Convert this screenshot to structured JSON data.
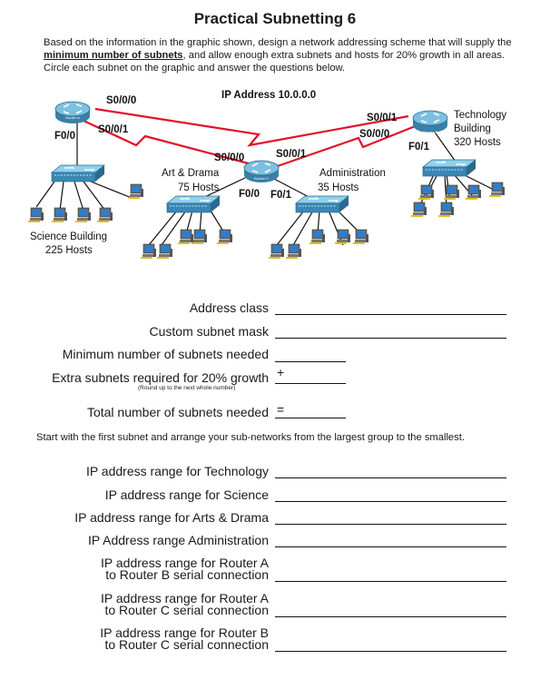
{
  "title": "Practical Subnetting 6",
  "intro": {
    "part1": "Based on the information in the graphic shown, design a network addressing scheme that will supply the ",
    "emphasis": "minimum number of subnets",
    "part2": ", and allow enough extra subnets and hosts for 20% growth in all areas. Circle each subnet on the graphic and answer the questions below."
  },
  "diagram": {
    "ip_address": "IP Address 10.0.0.0",
    "router_a": {
      "name": "Router A",
      "s000": "S0/0/0",
      "s001": "S0/0/1",
      "f00": "F0/0"
    },
    "router_b": {
      "name": "Router B",
      "s001": "S0/0/1",
      "s000": "S0/0/0",
      "f01": "F0/1"
    },
    "router_c": {
      "name": "Router C",
      "s000": "S0/0/0",
      "s001": "S0/0/1",
      "f00": "F0/0",
      "f01": "F0/1"
    },
    "science": {
      "name": "Science Building",
      "hosts": "225 Hosts"
    },
    "art": {
      "name": "Art & Drama",
      "hosts": "75 Hosts"
    },
    "admin": {
      "name": "Administration",
      "hosts": "35 Hosts"
    },
    "tech": {
      "line1": "Technology",
      "line2": "Building",
      "hosts": "320 Hosts"
    }
  },
  "questions": {
    "address_class": "Address class",
    "custom_mask": "Custom subnet mask",
    "min_subnets": "Minimum number of subnets needed",
    "extra_subnets": "Extra subnets required for 20% growth",
    "round_note": "(Round up to the next whole number)",
    "plus": "+",
    "total_subnets": "Total number of subnets needed",
    "equals": "=",
    "instruction": "Start with the first subnet and arrange your sub-networks from the largest group to the smallest.",
    "range_tech": "IP address range for Technology",
    "range_science": "IP address range for Science",
    "range_art": "IP address range for Arts & Drama",
    "range_admin": "IP Address range Administration",
    "ab_1": "IP address range for Router A",
    "ab_2": "to Router B serial connection",
    "ac_1": "IP address range for Router A",
    "ac_2": "to Router C serial connection",
    "bc_1": "IP address range for Router B",
    "bc_2": "to Router C serial connection"
  }
}
